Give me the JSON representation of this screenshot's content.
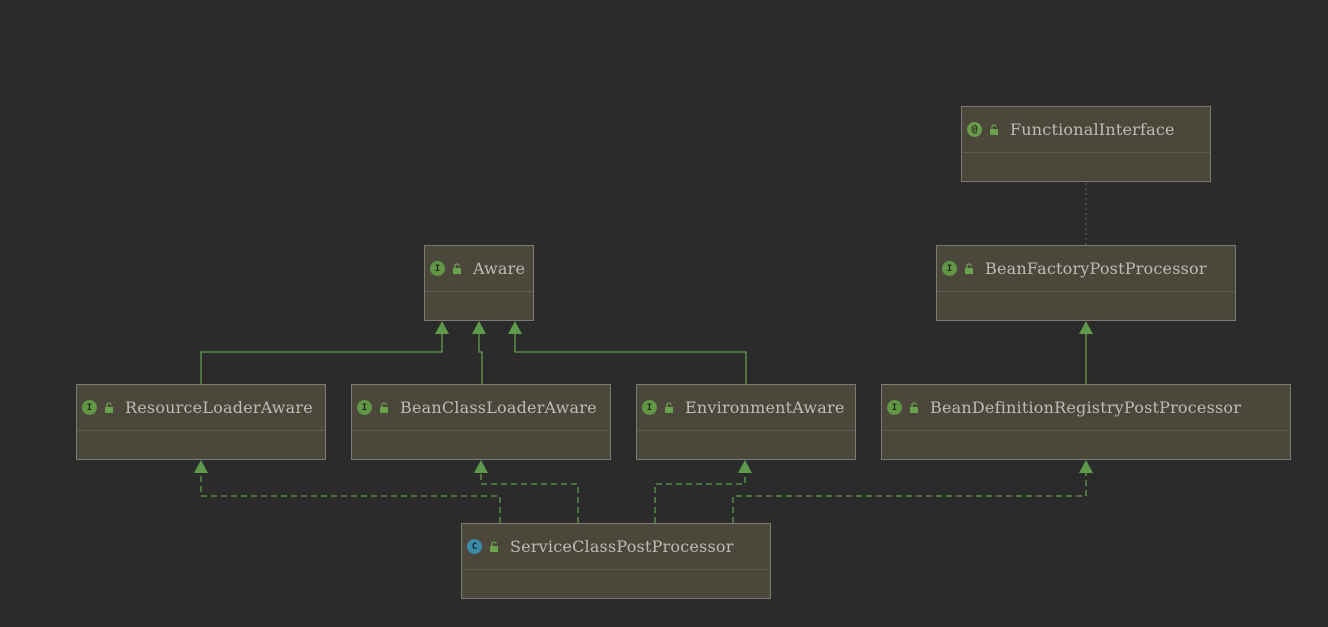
{
  "colors": {
    "background": "#2b2b2b",
    "node_fill": "#4b473b",
    "node_border": "#7c7b73",
    "edge": "#5f9a4c",
    "interface_badge": "#609645",
    "class_badge": "#3b8aa6",
    "text": "#bcbcb4"
  },
  "nodes": [
    {
      "id": "functional-interface",
      "name": "FunctionalInterface",
      "kind": "annotation",
      "badge": "@",
      "icon": "annotation-icon"
    },
    {
      "id": "aware",
      "name": "Aware",
      "kind": "interface",
      "badge": "I",
      "icon": "interface-icon"
    },
    {
      "id": "bean-factory-post-processor",
      "name": "BeanFactoryPostProcessor",
      "kind": "interface",
      "badge": "I",
      "icon": "interface-icon"
    },
    {
      "id": "resource-loader-aware",
      "name": "ResourceLoaderAware",
      "kind": "interface",
      "badge": "I",
      "icon": "interface-icon"
    },
    {
      "id": "bean-class-loader-aware",
      "name": "BeanClassLoaderAware",
      "kind": "interface",
      "badge": "I",
      "icon": "interface-icon"
    },
    {
      "id": "environment-aware",
      "name": "EnvironmentAware",
      "kind": "interface",
      "badge": "I",
      "icon": "interface-icon"
    },
    {
      "id": "bean-definition-registry-post-processor",
      "name": "BeanDefinitionRegistryPostProcessor",
      "kind": "interface",
      "badge": "I",
      "icon": "interface-icon"
    },
    {
      "id": "service-class-post-processor",
      "name": "ServiceClassPostProcessor",
      "kind": "class",
      "badge": "C",
      "icon": "class-icon"
    }
  ],
  "edges": [
    {
      "from": "resource-loader-aware",
      "to": "aware",
      "type": "extends"
    },
    {
      "from": "bean-class-loader-aware",
      "to": "aware",
      "type": "extends"
    },
    {
      "from": "environment-aware",
      "to": "aware",
      "type": "extends"
    },
    {
      "from": "bean-definition-registry-post-processor",
      "to": "bean-factory-post-processor",
      "type": "extends"
    },
    {
      "from": "bean-factory-post-processor",
      "to": "functional-interface",
      "type": "annotated"
    },
    {
      "from": "service-class-post-processor",
      "to": "resource-loader-aware",
      "type": "implements"
    },
    {
      "from": "service-class-post-processor",
      "to": "bean-class-loader-aware",
      "type": "implements"
    },
    {
      "from": "service-class-post-processor",
      "to": "environment-aware",
      "type": "implements"
    },
    {
      "from": "service-class-post-processor",
      "to": "bean-definition-registry-post-processor",
      "type": "implements"
    }
  ]
}
